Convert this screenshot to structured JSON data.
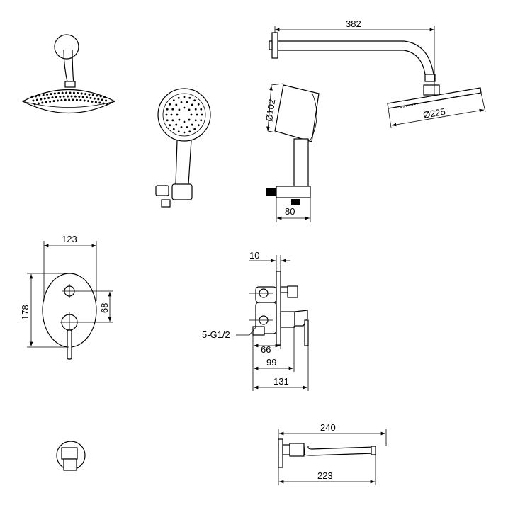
{
  "drawing": {
    "dimensions": {
      "arm_length": "382",
      "hand_shower_diameter": "Ø102",
      "rain_head_diameter": "Ø225",
      "holder_depth": "80",
      "valve_width": "123",
      "valve_height": "178",
      "handle_spacing": "68",
      "plate_thickness": "10",
      "connection_label": "5-G1/2",
      "valve_depth_66": "66",
      "valve_depth_99": "99",
      "valve_depth_131": "131",
      "spout_length_240": "240",
      "spout_length_223": "223"
    }
  }
}
